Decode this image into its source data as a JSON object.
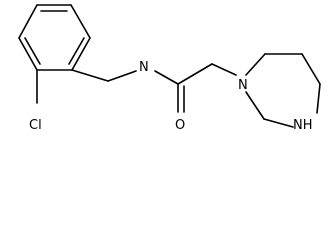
{
  "molecule": {
    "atoms": {
      "nh": "NH",
      "n_amide": "N",
      "n_pip": "N",
      "o": "O",
      "cl": "Cl"
    },
    "colors": {
      "ink": "#000000",
      "background": "#ffffff"
    }
  }
}
